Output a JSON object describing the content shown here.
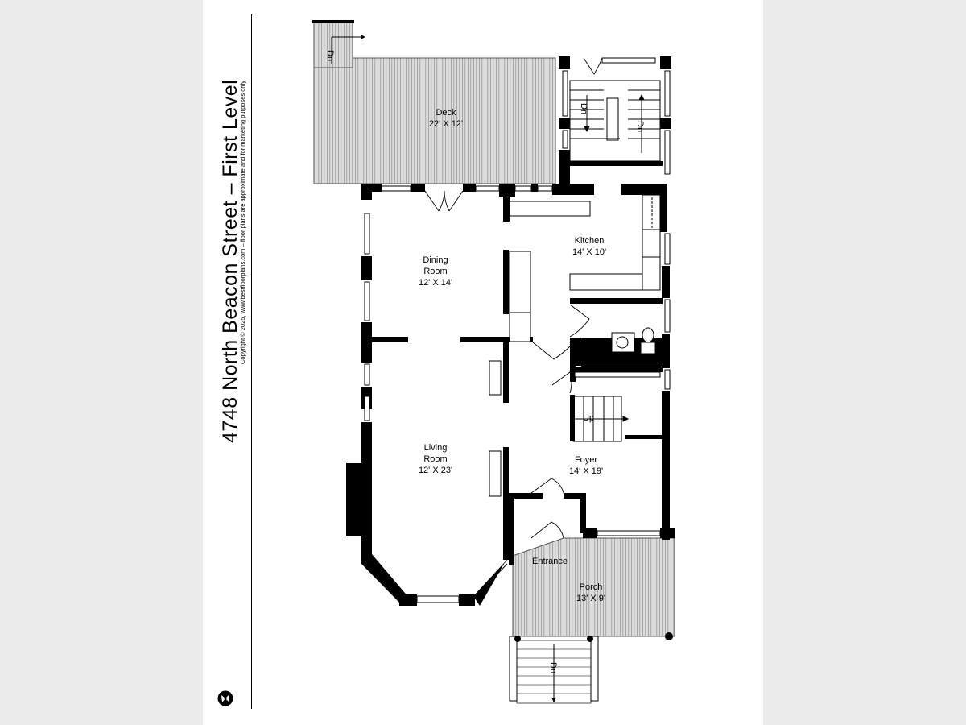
{
  "sheet": {
    "title_number": "4748",
    "title_words": [
      "North",
      "Beacon",
      "Street"
    ],
    "title_dash": "–",
    "title_level_words": [
      "First",
      "Level"
    ],
    "copyright": "Copyright © 2025, www.bestfloorplans.com – floor plans are approximate and for marketing purposes only"
  },
  "rooms": [
    {
      "id": "deck",
      "name": "Deck",
      "size": "22' X 12'"
    },
    {
      "id": "dining",
      "name_lines": [
        "Dining",
        "Room"
      ],
      "size": "12' X 14'"
    },
    {
      "id": "kitchen",
      "name": "Kitchen",
      "size": "14' X 10'"
    },
    {
      "id": "living",
      "name_lines": [
        "Living",
        "Room"
      ],
      "size": "12' X 23'"
    },
    {
      "id": "foyer",
      "name": "Foyer",
      "size": "14' X 19'"
    },
    {
      "id": "porch",
      "name": "Porch",
      "size": "13' X 9'"
    }
  ],
  "labels": {
    "entrance": "Entrance",
    "up": "Up",
    "dn": "Dn"
  },
  "colors": {
    "wall": "#000000",
    "deck_fill": "#d4d4d4",
    "page": "#ffffff",
    "backdrop": "#ececec"
  },
  "icons": [
    "compass-icon"
  ]
}
